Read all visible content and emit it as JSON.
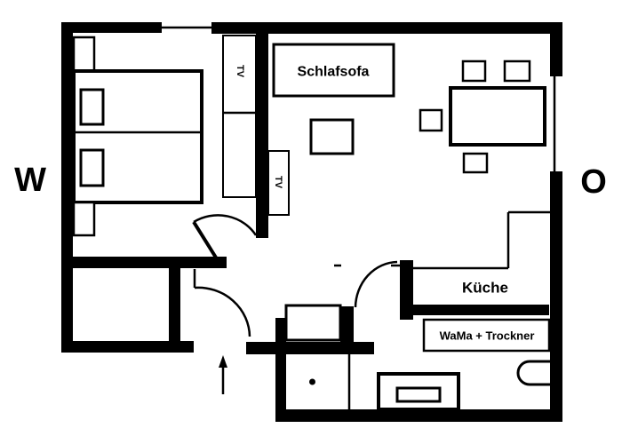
{
  "compass": {
    "west": "W",
    "east": "O"
  },
  "rooms": {
    "bedroom": {
      "tv": "TV"
    },
    "living": {
      "sofa": "Schlafsofa",
      "tv": "TV"
    },
    "kitchen": {
      "name": "Küche"
    },
    "bath": {
      "laundry": "WaMa + Trockner"
    }
  },
  "colors": {
    "wall": "#000000",
    "background": "#ffffff"
  }
}
